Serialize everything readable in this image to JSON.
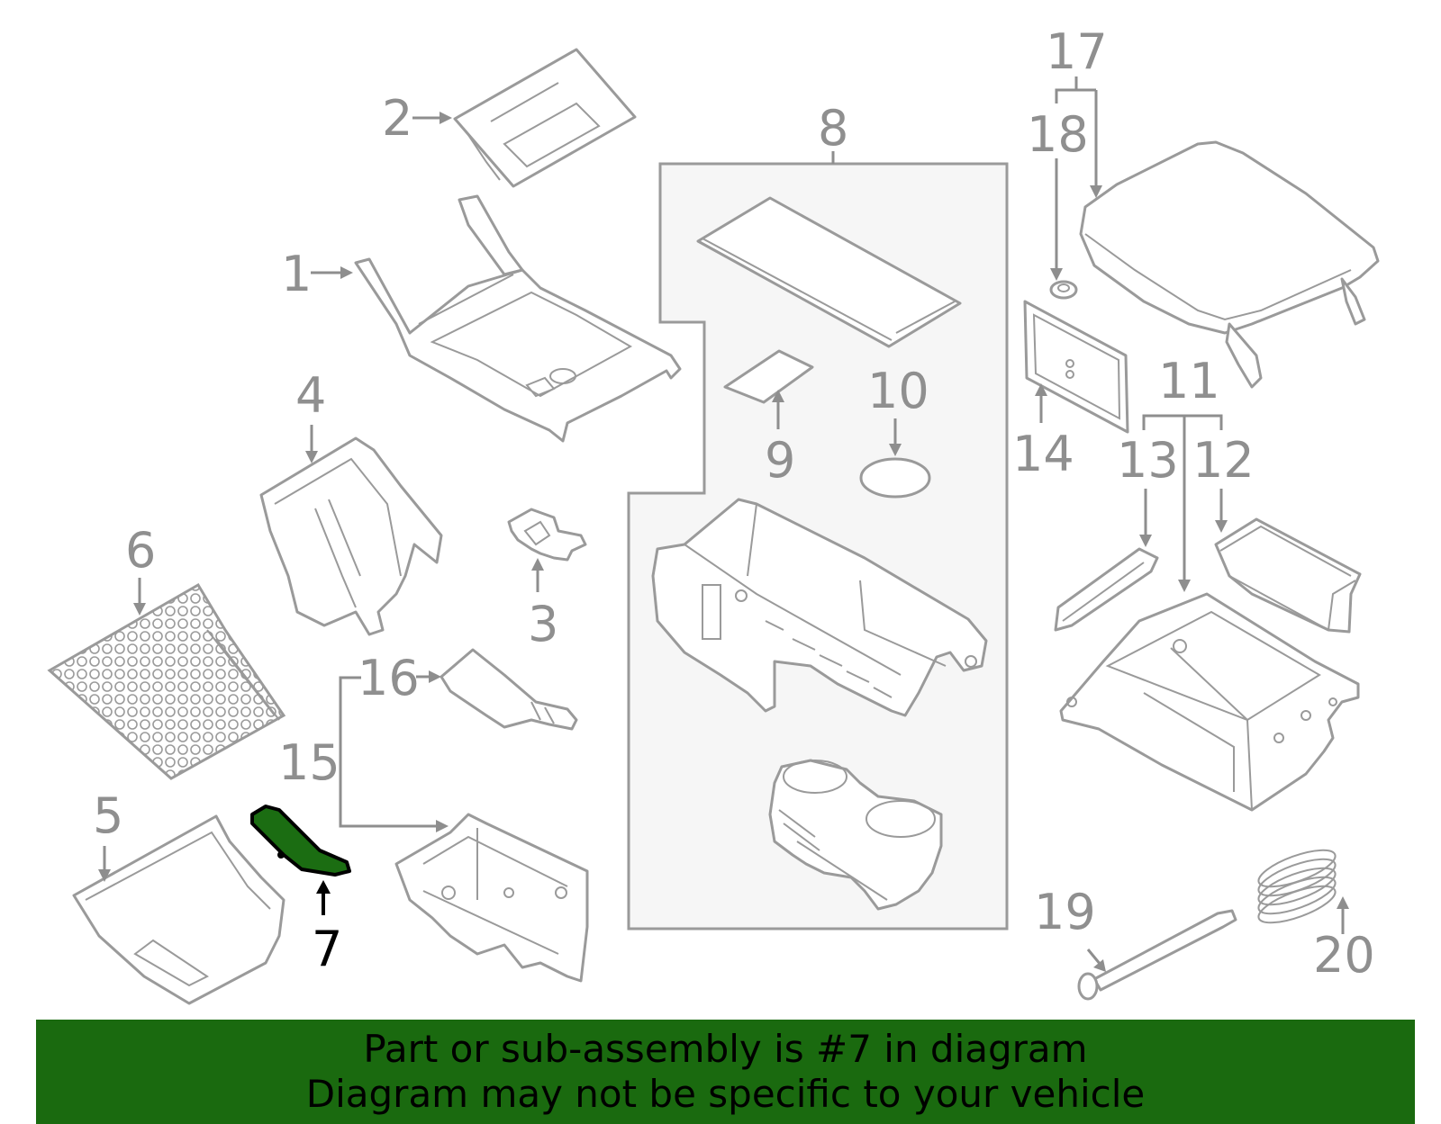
{
  "labels": {
    "p1": "1",
    "p2": "2",
    "p3": "3",
    "p4": "4",
    "p5": "5",
    "p6": "6",
    "p7": "7",
    "p8": "8",
    "p9": "9",
    "p10": "10",
    "p11": "11",
    "p12": "12",
    "p13": "13",
    "p14": "14",
    "p15": "15",
    "p16": "16",
    "p17": "17",
    "p18": "18",
    "p19": "19",
    "p20": "20"
  },
  "highlighted_part": "7",
  "banner": {
    "line1": "Part or sub-assembly is #7 in diagram",
    "line2": "Diagram may not be specific to your vehicle"
  },
  "colors": {
    "highlight": "#1b6d12",
    "banner": "#1a6a0f",
    "linework": "#9a9a9a"
  }
}
